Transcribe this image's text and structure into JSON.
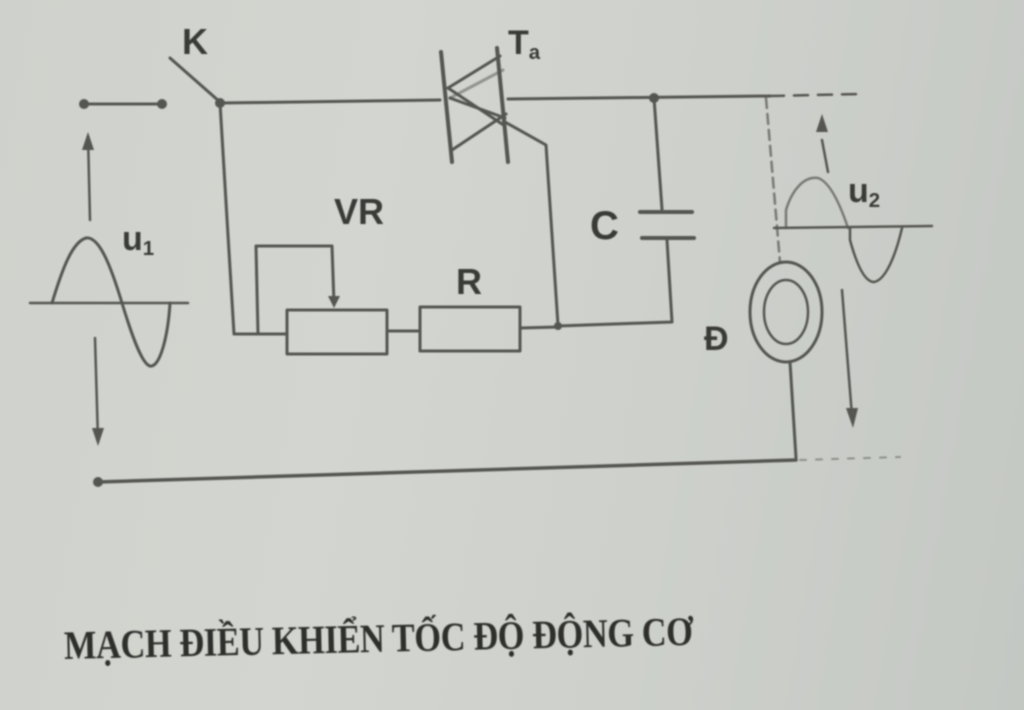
{
  "diagram": {
    "title": "MẠCH ĐIỀU KHIỂN TỐC ĐỘ ĐỘNG CƠ",
    "caption_as_printed": "MẠCH ĐIỀU KHIỂN TỐC ĐỘ ĐỘNG CƠ",
    "type": "circuit-schematic",
    "components": {
      "switch": {
        "label": "K"
      },
      "triac": {
        "label": "T",
        "label_sub": "a"
      },
      "potentiometer": {
        "label": "VR"
      },
      "resistor": {
        "label": "R"
      },
      "capacitor": {
        "label": "C"
      },
      "motor": {
        "label": "Đ"
      }
    },
    "signals": {
      "input": {
        "label": "u",
        "label_sub": "1",
        "waveform": "full sine wave"
      },
      "output": {
        "label": "u",
        "label_sub": "2",
        "waveform": "phase-cut sine wave"
      }
    },
    "colors": {
      "paper": "#cfd1cc",
      "ink": "#4a4b47",
      "text": "#2e2f2c"
    }
  }
}
